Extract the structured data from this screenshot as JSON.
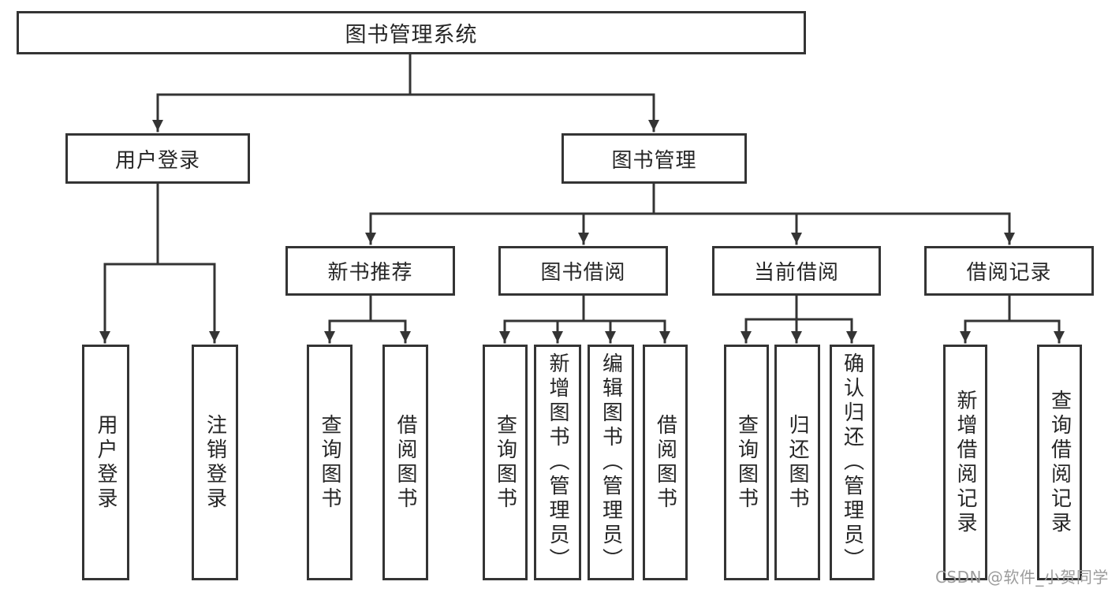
{
  "diagram": {
    "root": {
      "label": "图书管理系统"
    },
    "level2": {
      "user_login": {
        "label": "用户登录"
      },
      "book_mgmt": {
        "label": "图书管理"
      }
    },
    "level3": {
      "new_books": {
        "label": "新书推荐"
      },
      "book_borrow": {
        "label": "图书借阅"
      },
      "current_borrow": {
        "label": "当前借阅"
      },
      "borrow_records": {
        "label": "借阅记录"
      }
    },
    "leaves": {
      "user_login": [
        "用户登录",
        "注销登录"
      ],
      "new_books": [
        "查询图书",
        "借阅图书"
      ],
      "book_borrow": [
        "查询图书",
        "新增图书（管理员）",
        "编辑图书（管理员）",
        "借阅图书"
      ],
      "current_borrow": [
        "查询图书",
        "归还图书",
        "确认归还（管理员）"
      ],
      "borrow_records": [
        "新增借阅记录",
        "查询借阅记录"
      ]
    }
  },
  "watermark": {
    "text": "CSDN @软件_小贺同学",
    "color": "#9c9c9c"
  },
  "colors": {
    "background": "#ffffff",
    "line": "#343434",
    "box_border": "#343434",
    "text": "#262626"
  }
}
